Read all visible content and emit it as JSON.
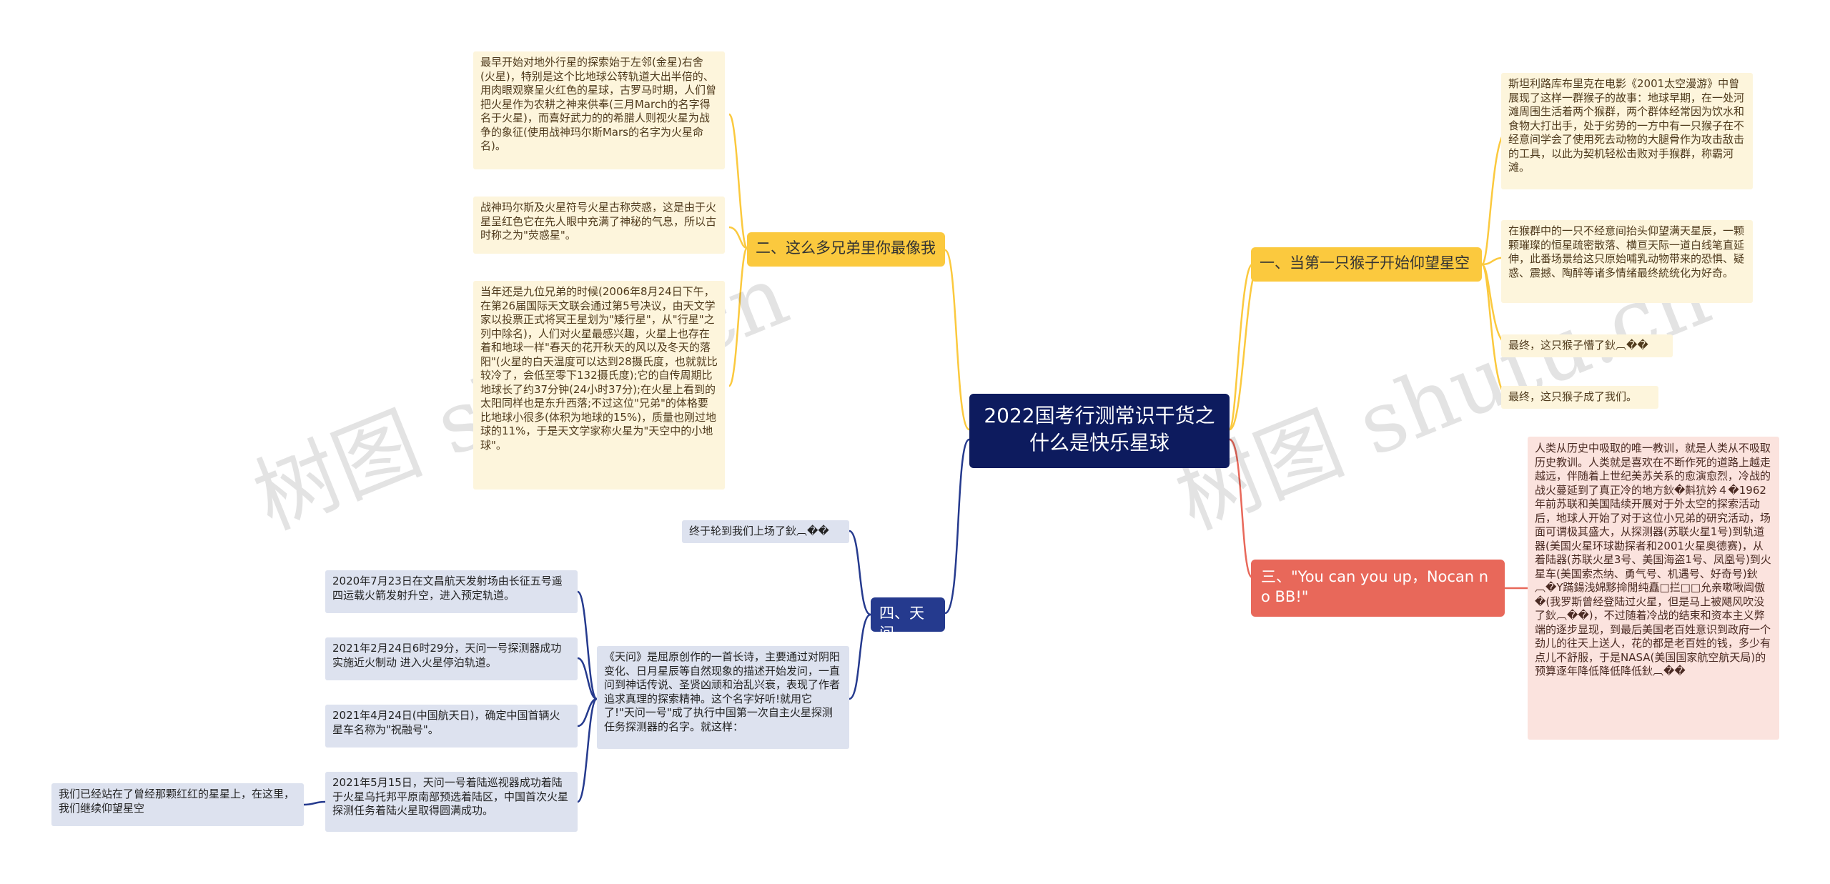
{
  "center": {
    "title": "2022国考行测常识干货之什么是快乐星球"
  },
  "branches": {
    "b1": {
      "label": "一、当第一只猴子开始仰望星空",
      "leaves": [
        "斯坦利路库布里克在电影《2001太空漫游》中曾展现了这样一群猴子的故事：地球早期，在一处河滩周围生活着两个猴群，两个群体经常因为饮水和食物大打出手，处于劣势的一方中有一只猴子在不经意间学会了使用死去动物的大腿骨作为攻击敌击的工具，以此为契机轻松击败对手猴群，称霸河滩。",
        "在猴群中的一只不经意间抬头仰望满天星辰，一颗颗璀璨的恒星疏密散落、横亘天际一道白线笔直延伸，此番场景给这只原始哺乳动物带来的恐惧、疑惑、震撼、陶醉等诸多情绪最终統统化为好奇。",
        "最终，这只猴子懵了鈥︹��",
        "最终，这只猴子成了我们。"
      ]
    },
    "b2": {
      "label": "二、这么多兄弟里你最像我",
      "leaves": [
        "最早开始对地外行星的探索始于左邻(金星)右舍(火星)，特别是这个比地球公转轨道大出半倍的、用肉眼观察呈火红色的星球，古罗马时期，人们曾把火星作为农耕之神来供奉(三月March的名字得名于火星)，而喜好武力的的希腊人则视火星为战争的象征(使用战神玛尔斯Mars的名字为火星命名)。",
        "战神玛尔斯及火星符号火星古称荧惑，这是由于火星呈红色它在先人眼中充满了神秘的气息，所以古时称之为\"荧惑星\"。",
        "当年还是九位兄弟的时候(2006年8月24日下午，在第26届国际天文联会通过第5号决议，由天文学家以投票正式将冥王星划为\"矮行星\"，从\"行星\"之列中除名)，人们对火星最感兴趣，火星上也存在着和地球一样\"春天的花开秋天的风以及冬天的落阳\"(火星的白天温度可以达到28摄氏度，也就就比较冷了，会低至零下132摄氏度);它的自传周期比地球长了约37分钟(24小时37分);在火星上看到的太阳同样也是东升西落;不过这位\"兄弟\"的体格要比地球小很多(体积为地球的15%)，质量也刚过地球的11%，于是天文学家称火星为\"天空中的小地球\"。"
      ]
    },
    "b3": {
      "label": "三、\"You can you up，Nocan no BB!\"",
      "leaves": [
        "人类从历史中吸取的唯一教训，就是人类从不吸取历史教训。人类就是喜欢在不断作死的道路上越走越远，伴随着上世纪美苏关系的愈演愈烈，冷战的战火蔓延到了真正冷的地方鈥�斢犺妗４�1962年前苏联和美国陆续开展对于外太空的探索活动后，地球人开始了对于这位小兄弟的研究活动，场面可谓极其盛大，从探测器(苏联火星1号)到轨道器(美国火星环球勘探者和2001火星奥德赛)，从着陆器(苏联火星3号、美国海盗1号、凤凰号)到火星车(美国索杰纳、勇气号、机遇号、好奇号)鈥︹�Y蹣鍚浅婂黟掵閒纯矗□拦□□允亲嗽啾闿傲�(我罗斯曾经登陆过火星，但是马上被飓风吹没了鈥︹��)，不过随着冷战的结束和资本主义弊端的逐步显现，到最后美国老百姓意识到政府一个劲儿的往天上送人，花的都是老百姓的钱，多少有点儿不舒服，于是NASA(美国国家航空航天局)的预算逐年降低降低降低鈥︹��"
      ]
    },
    "b4": {
      "label": "四、天问",
      "leaf_top": "终于轮到我们上场了鈥︹��",
      "leaf_main": "《天问》是屈原创作的一首长诗，主要通过对阴阳变化、日月星辰等自然现象的描述开始发问，一直问到神话传说、圣贤凶顽和治乱兴衰，表现了作者追求真理的探索精神。这个名字好听!就用它了!\"天问一号\"成了执行中国第一次自主火星探测任务探测器的名字。就这样：",
      "timeline": [
        "2020年7月23日在文昌航天发射场由长征五号遥四运载火箭发射升空，进入预定轨道。",
        "2021年2月24日6时29分，天问一号探测器成功实施近火制动 进入火星停泊轨道。",
        "2021年4月24日(中国航天日)，确定中国首辆火星车名称为\"祝融号\"。",
        "2021年5月15日，天问一号着陆巡视器成功着陆于火星乌托邦平原南部预选着陆区，中国首次火星探测任务着陆火星取得圆满成功。"
      ],
      "final": "我们已经站在了曾经那颗红红的星星上，在这里，我们继续仰望星空"
    }
  },
  "watermarks": [
    "树图 shutu.cn",
    "树图 shutu.cn"
  ],
  "colors": {
    "center": "#0d1b5e",
    "yellow": "#fbc93e",
    "navy": "#253a8e",
    "red": "#e8685a",
    "leaf_yellow": "#fdf5dc",
    "leaf_blue": "#dde2ef",
    "leaf_red": "#fbe3de"
  }
}
